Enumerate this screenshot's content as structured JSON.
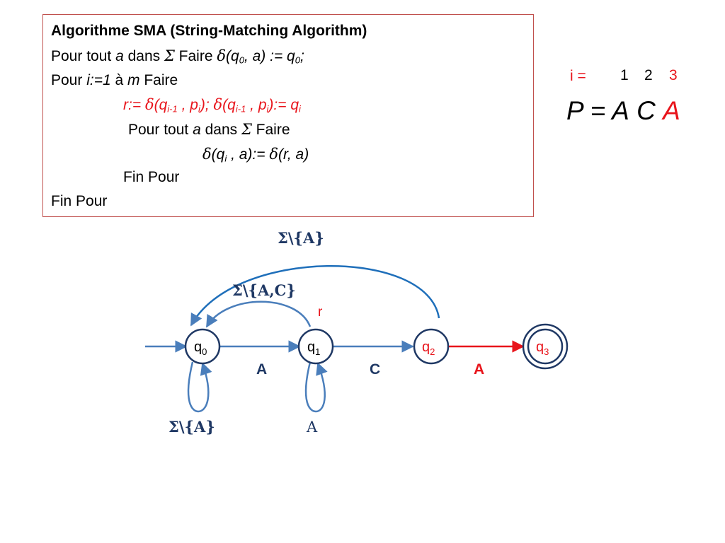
{
  "algorithm": {
    "title": "Algorithme SMA (String-Matching Algorithm)",
    "line1": {
      "kw1": "Pour tout ",
      "a": "a",
      "kw2": " dans ",
      "sigma": "Σ",
      "kw3": " Faire ",
      "expr_delta": "δ",
      "expr_open": "(q",
      "expr_sub0": "0",
      "expr_mid": ", a) := q",
      "expr_sub0b": "0",
      "expr_end": ";"
    },
    "line2": {
      "kw1": "Pour ",
      "i": "i:=1",
      "kw2": " à ",
      "m": "m",
      "kw3": " Faire"
    },
    "line3": {
      "r": "r:= ",
      "d1": "δ",
      "p1": "(q",
      "s1": "i-1",
      "p2": " , p",
      "s2": "i",
      "p3": "); ",
      "d2": "δ",
      "p4": "(q",
      "s3": "i-1",
      "p5": " , p",
      "s4": "i",
      "p6": "):= q",
      "s5": "i"
    },
    "line4": {
      "kw1": "Pour tout ",
      "a": "a",
      "kw2": " dans ",
      "sigma": "Σ",
      "kw3": " Faire"
    },
    "line5": {
      "d1": "δ",
      "p1": "(q",
      "s1": "i",
      "p2": " , a):= ",
      "d2": "δ",
      "p3": "(r, a)"
    },
    "line6": "Fin Pour",
    "line7": "Fin Pour"
  },
  "index": {
    "label": "i =",
    "values": [
      "1",
      "2",
      "3"
    ]
  },
  "pattern": {
    "prefix": "P = ",
    "chars": [
      "A",
      "C",
      "A"
    ]
  },
  "automaton": {
    "states": [
      {
        "name": "q",
        "sub": "0"
      },
      {
        "name": "q",
        "sub": "1"
      },
      {
        "name": "q",
        "sub": "2"
      },
      {
        "name": "q",
        "sub": "3"
      }
    ],
    "edges": {
      "q0_q1": "A",
      "q1_q2": "C",
      "q2_q3": "A"
    },
    "loops": {
      "q0": "Σ\\{A}",
      "q1": "A"
    },
    "back_edges": {
      "q2_q0": "Σ\\{A}",
      "q1_q0": "Σ\\{A,C}"
    },
    "r_label": "r"
  },
  "colors": {
    "blue": "#4a7ebb",
    "dark_blue": "#1f3864",
    "red": "#e8141b",
    "box_border": "#c0504d"
  }
}
